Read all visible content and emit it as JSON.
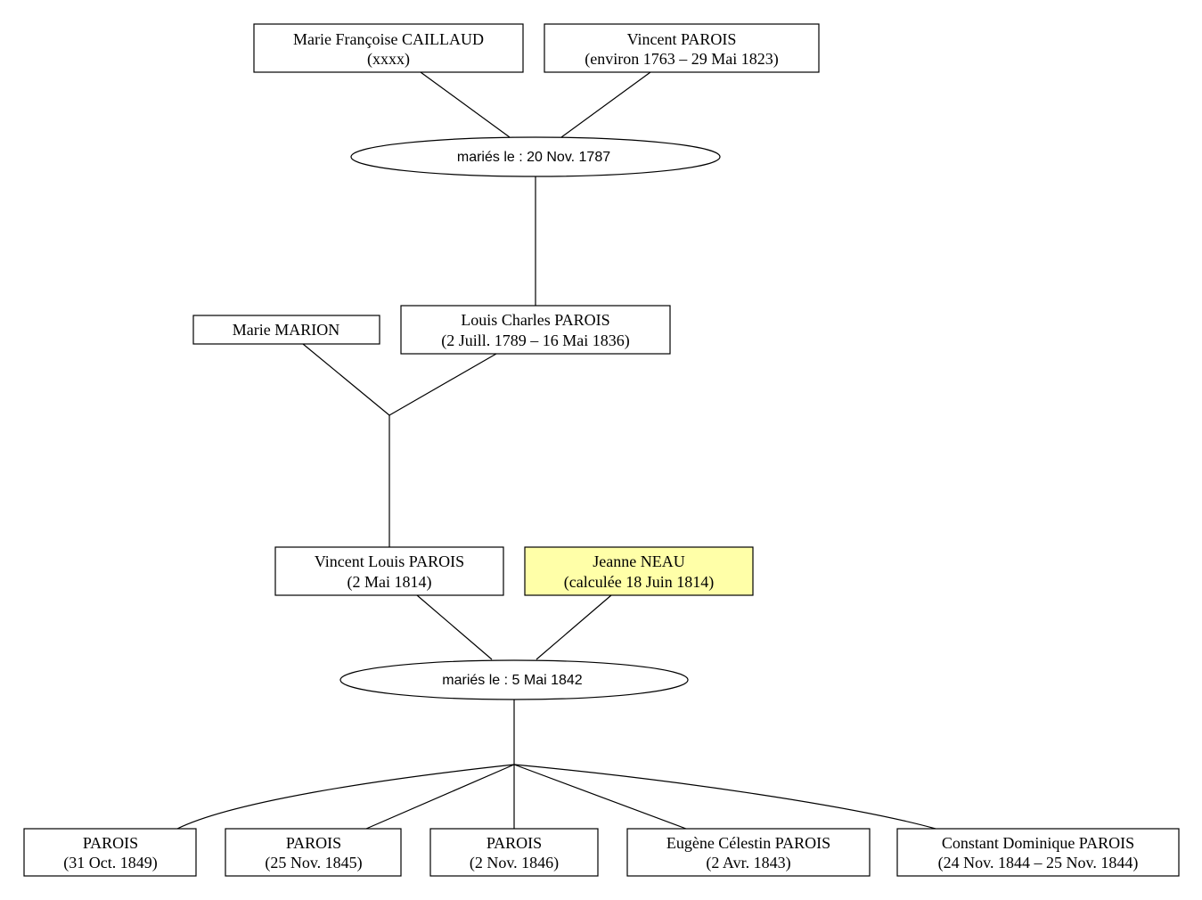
{
  "persons": {
    "marie_francoise_caillaud": {
      "name": "Marie Françoise CAILLAUD",
      "dates": "(xxxx)"
    },
    "vincent_parois_senior": {
      "name": "Vincent PAROIS",
      "dates": "(environ 1763 – 29 Mai 1823)"
    },
    "marie_marion": {
      "name": "Marie MARION"
    },
    "louis_charles_parois": {
      "name": "Louis Charles PAROIS",
      "dates": "(2 Juill. 1789 – 16 Mai 1836)"
    },
    "vincent_louis_parois": {
      "name": "Vincent Louis PAROIS",
      "dates": "(2 Mai 1814)"
    },
    "jeanne_neau": {
      "name": "Jeanne NEAU",
      "dates": "(calculée 18 Juin 1814)",
      "highlight_color": "#ffffa8"
    },
    "child_1": {
      "name": "PAROIS",
      "dates": "(31 Oct. 1849)"
    },
    "child_2": {
      "name": "PAROIS",
      "dates": "(25 Nov. 1845)"
    },
    "child_3": {
      "name": "PAROIS",
      "dates": "(2 Nov. 1846)"
    },
    "child_4": {
      "name": "Eugène Célestin PAROIS",
      "dates": "(2 Avr. 1843)"
    },
    "child_5": {
      "name": "Constant Dominique PAROIS",
      "dates": "(24 Nov. 1844 – 25 Nov. 1844)"
    }
  },
  "unions": {
    "first_marriage": "mariés le : 20 Nov. 1787",
    "third_marriage": "mariés le : 5 Mai 1842"
  }
}
